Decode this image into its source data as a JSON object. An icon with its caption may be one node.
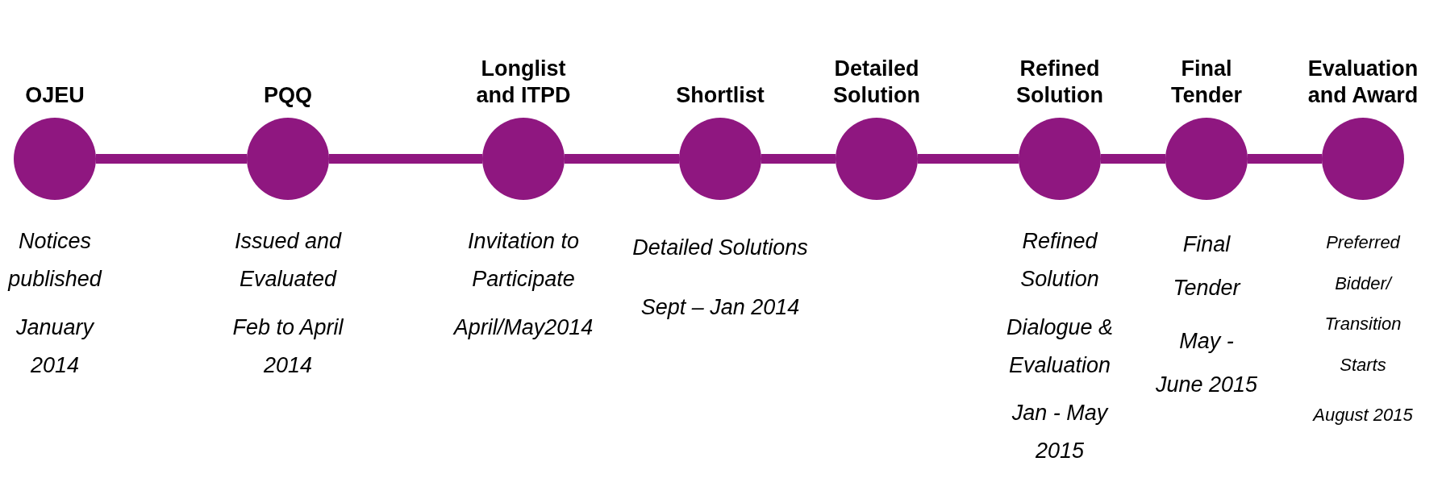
{
  "diagram": {
    "nodes": [
      {
        "text": [
          "OJEU"
        ],
        "beside": [
          "Notices published",
          "January 2014"
        ]
      },
      {
        "text": [
          "PQQ"
        ],
        "beside": [
          "Issued and Evaluated",
          "Feb to April 2014"
        ]
      },
      {
        "text": [
          "Longlist and ITPD"
        ],
        "beside": [
          "Invitation to Participate",
          "April/May2014"
        ]
      },
      {
        "text": [
          "Shortlist"
        ],
        "beside": [
          "Detailed Solutions",
          "Sept – Jan 2014"
        ]
      },
      {
        "text": [
          "Detailed Solution"
        ]
      },
      {
        "text": [
          "Refined Solution"
        ],
        "beside": [
          "Refined Solution",
          "Dialogue & Evaluation",
          "Jan - May 2015"
        ]
      },
      {
        "text": [
          "Final Tender"
        ],
        "beside": [
          "Final Tender",
          "May - June 2015"
        ]
      },
      {
        "text": [
          "Evaluation and Award"
        ],
        "beside": [
          "Preferred Bidder/ Transition Starts",
          "August 2015"
        ]
      }
    ],
    "edges": [
      {
        "from": 0,
        "to": 1,
        "arrow": "none"
      },
      {
        "from": 1,
        "to": 2,
        "arrow": "none"
      },
      {
        "from": 2,
        "to": 3,
        "arrow": "none"
      },
      {
        "from": 3,
        "to": 4,
        "arrow": "none"
      },
      {
        "from": 4,
        "to": 5,
        "arrow": "none"
      },
      {
        "from": 5,
        "to": 6,
        "arrow": "none"
      },
      {
        "from": 6,
        "to": 7,
        "arrow": "none"
      }
    ]
  }
}
